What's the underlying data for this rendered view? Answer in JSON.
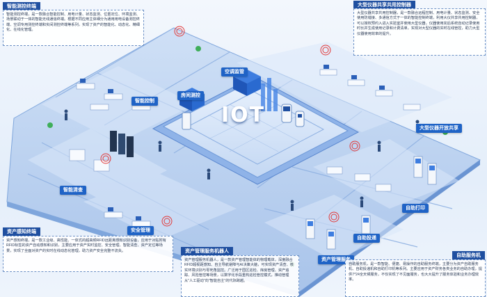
{
  "colors": {
    "accent": "#1f63c6",
    "floor": "#b9d0ef",
    "wall": "#7fa6dc",
    "dark": "#1f4fa0"
  },
  "center_text": "IOT",
  "zones": {
    "air_monitor": "空调监管",
    "room_monitor": "房间测控",
    "smart_control": "智能控制",
    "device_open": "大型仪器开放共享",
    "smart_inventory": "智能清查",
    "security": "安全管理",
    "self_print": "自助打印",
    "self_deliver": "自助投递",
    "asset_service": "资产管理服务"
  },
  "panels": {
    "smart_terminal": {
      "title": "智能测控终端",
      "text": "智能测控终端，是一款融合智能控制、用电计量、状态监测、位置定位、环境监测、场景联动于一体的智能无线通信终端。根据不同应用主体细分为通用用电设备测控终端、空调专用测控终端和实间测控终端等系列，实现了资产的智能化、动态化、精细化、在线化管理。"
    },
    "large_device": {
      "title": "大型仪器共享共用控制器",
      "text": "大型仪器共享共用控制器，是一款融合远程控制、用电计量、状态监测、安全使用防错接、多通信方式于一体的智能控制终端，利用大仪共享共用控制器，可以授权预约入进入实验室并使用大型仪器，仪器使用完后系统自动记录使用时长并生成使用记录和计费清单，实现对大型仪器的实时在线管控，助力大型仪器使用效率的提升。"
    },
    "asset_terminal": {
      "title": "资产感知终端",
      "text": "资产感知终端，是一款工业级、高性能、一体式的超高频RFID远距离感知识别设备，应用于对贴附有RFID标签的资产自动感知和识别，主要应用于资产实时监控、安全管理、智能清查、资产定位等场景，实现了全面对资产的实时在线动态化管理，助力资产安全完整不流失。"
    },
    "asset_robot": {
      "title": "资产管理服务机器人",
      "text": "资产管理服务机器人，是一款资产管理智能体的物理载体，深度融合RFID超视距感知、自主导航避障与AI决策大脑，可实现资产清查、核实环境识别与零死角监控。广泛用于园区巡检、库房管理、资产追踪、风险管控等场景，以数字化手段重构巡检管控模式，推动管理从\"人工驱动\"向\"智能自主\"的代际跨越。"
    },
    "self_service": {
      "title": "自助服务机",
      "text": "自助服务机，是一款智能、便捷、易操作的自助服务终端，主要分为资产自助服务机、自助投递机和自助打印机等系列。主要应用于资产财务各类业务的自助办理，提供7*24全天候服务，不仅实现了不见面服务，也大大提升了服务体验和业务办理效率。"
    }
  }
}
